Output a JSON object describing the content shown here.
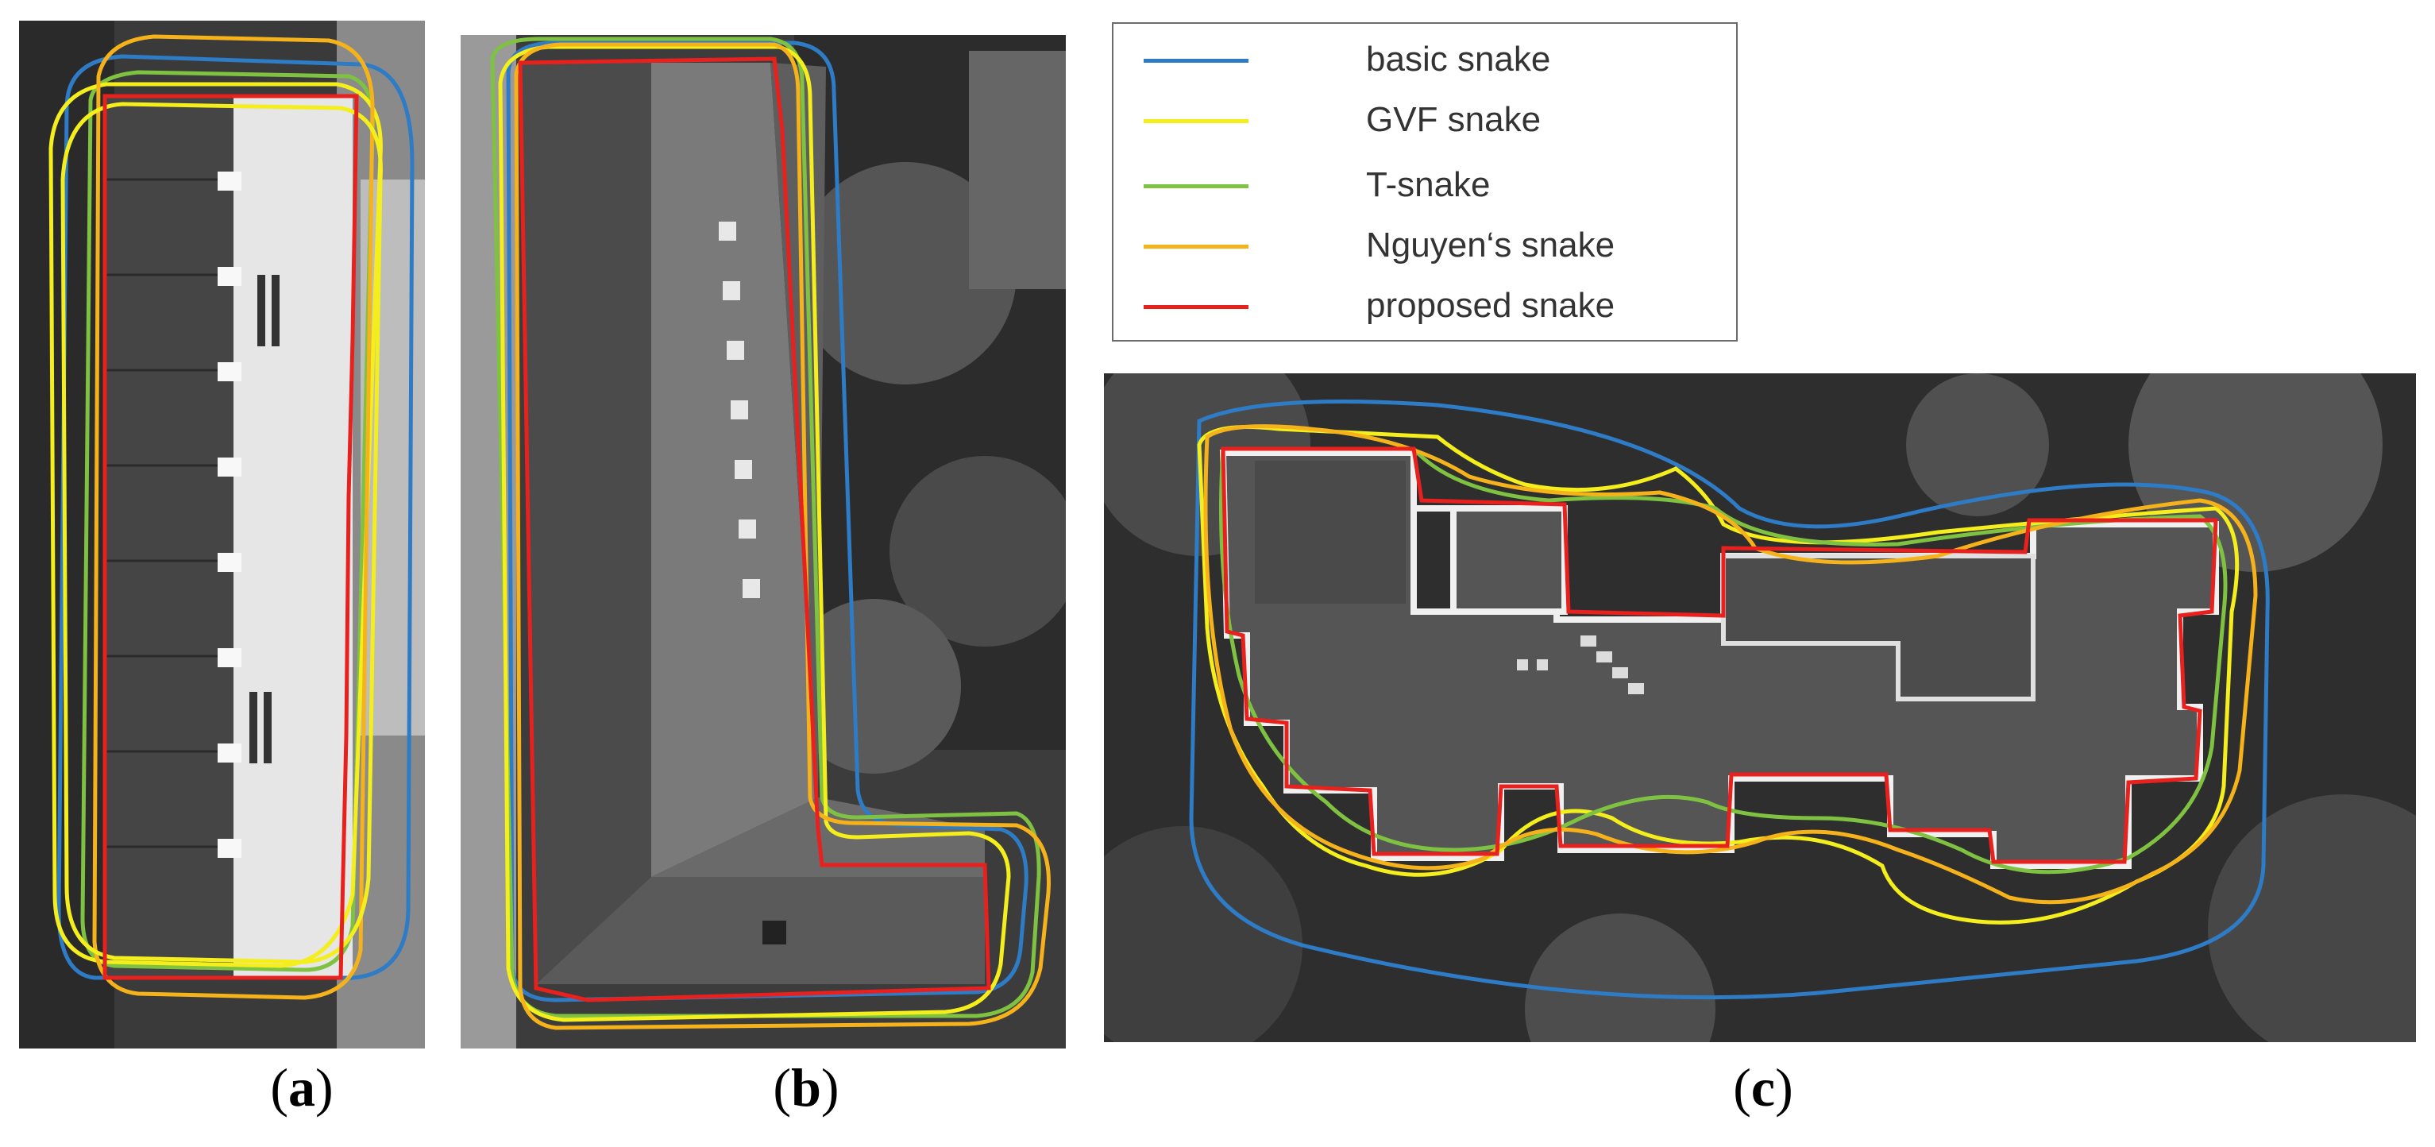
{
  "colors": {
    "basic": "#2e7bc6",
    "gvf": "#f4ee1c",
    "tsnake": "#7fc241",
    "nguyen": "#f5b21b",
    "proposed": "#e8211f"
  },
  "legend": {
    "items": [
      {
        "label": "basic snake",
        "color": "#2e7bc6"
      },
      {
        "label": "GVF snake",
        "color": "#f4ee1c"
      },
      {
        "label": "T-snake",
        "color": "#7fc241"
      },
      {
        "label": "Nguyen‘s snake",
        "color": "#f5b21b"
      },
      {
        "label": "proposed snake",
        "color": "#e8211f"
      }
    ]
  },
  "panels": {
    "a": {
      "paren_open": "(",
      "letter": "a",
      "paren_close": ")"
    },
    "b": {
      "paren_open": "(",
      "letter": "b",
      "paren_close": ")"
    },
    "c": {
      "paren_open": "(",
      "letter": "c",
      "paren_close": ")"
    }
  }
}
